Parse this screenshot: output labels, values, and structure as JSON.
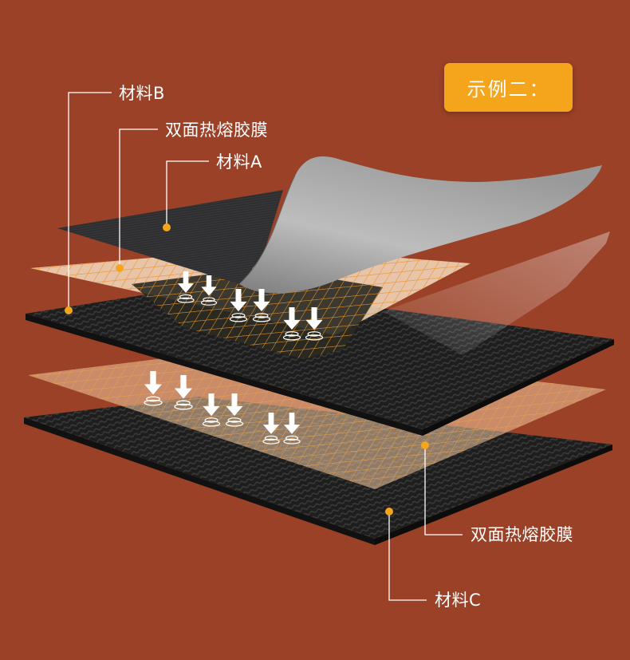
{
  "badge": {
    "text": "示例二：",
    "color": "#f5a51c"
  },
  "labels": {
    "material_b": "材料B",
    "film_top": "双面热熔胶膜",
    "material_a": "材料A",
    "film_bottom": "双面热熔胶膜",
    "material_c": "材料C"
  },
  "colors": {
    "background": "#9a4127",
    "callout_dot": "#f5a51c",
    "leader_line": "#ffffff",
    "grid_line": "#e8942a",
    "fabric": "#1d1d1d",
    "fabric_peel": "#a9a9a9"
  },
  "icons": {
    "press_arrow": "down-arrow-icon"
  }
}
